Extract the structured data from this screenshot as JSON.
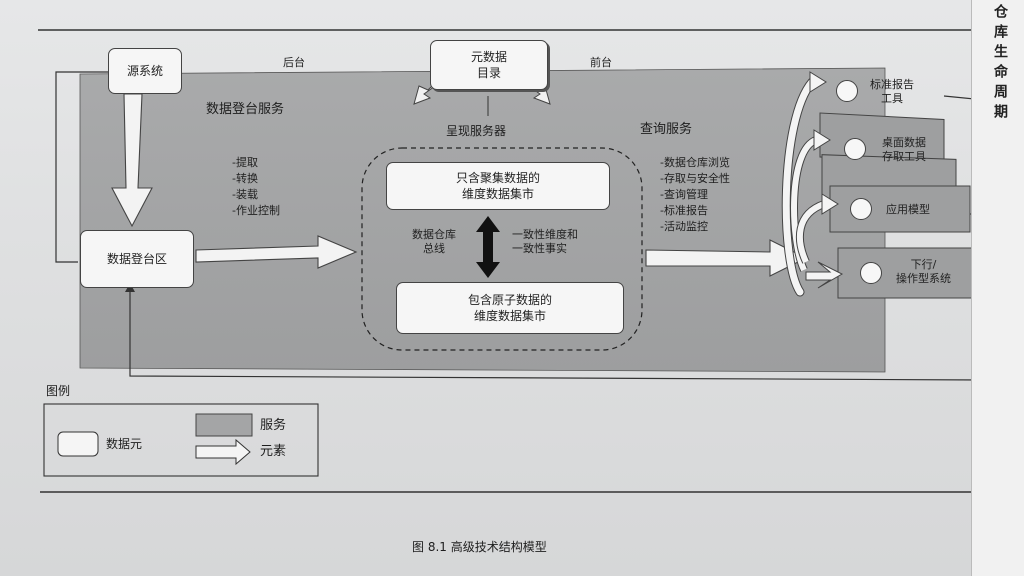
{
  "diagram": {
    "back_label": "后台",
    "front_label": "前台",
    "metadata_catalog": "元数据\n目录",
    "source_systems": "源系统",
    "staging_services_title": "数据登台服务",
    "staging_tasks": [
      "-提取",
      "-转换",
      "-装载",
      "-作业控制"
    ],
    "staging_area": "数据登台区",
    "presentation_server": "呈现服务器",
    "aggregate_mart": "只含聚集数据的\n维度数据集市",
    "atomic_mart": "包含原子数据的\n维度数据集市",
    "bus_label": "数据仓库\n总线",
    "conformed_label": "一致性维度和\n一致性事实",
    "query_services_title": "查询服务",
    "query_tasks": [
      "-数据仓库浏览",
      "-存取与安全性",
      "-查询管理",
      "-标准报告",
      "-活动监控"
    ],
    "tools": [
      "标准报告\n工具",
      "桌面数据\n存取工具",
      "应用模型",
      "下行/\n操作型系统"
    ]
  },
  "legend": {
    "title": "图例",
    "data_element": "数据元",
    "service": "服务",
    "element": "元素"
  },
  "caption": "图 8.1 高级技术结构模型",
  "side_text": "仓库生命周期"
}
